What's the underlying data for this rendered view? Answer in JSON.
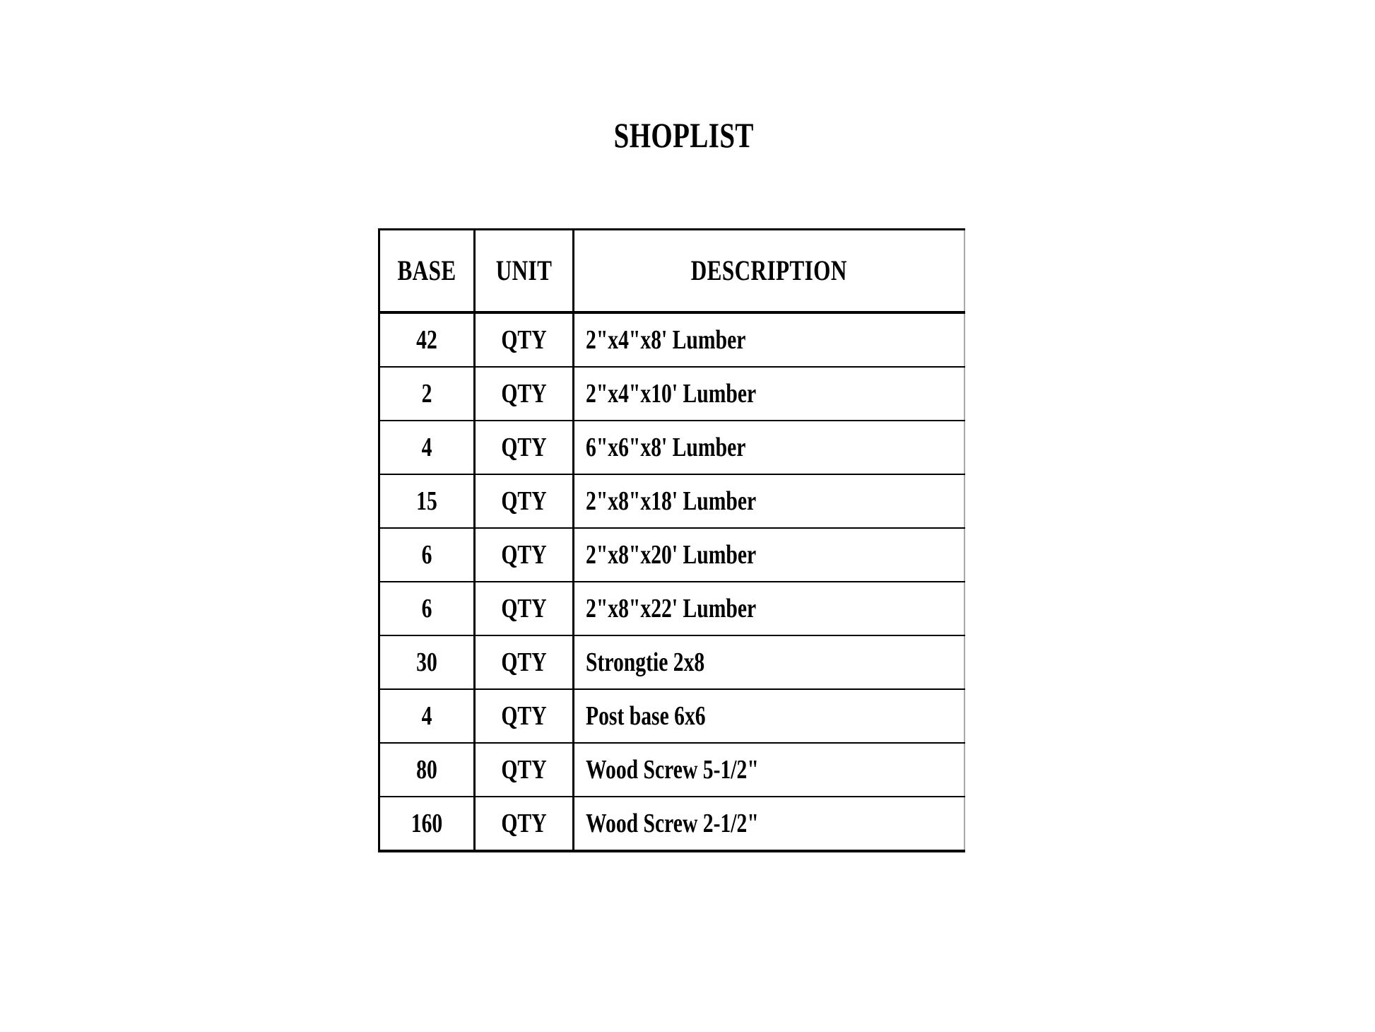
{
  "document": {
    "title": "SHOPLIST",
    "background_color": "#ffffff",
    "text_color": "#000000",
    "border_color": "#000000"
  },
  "table": {
    "columns": [
      {
        "key": "base",
        "label": "BASE",
        "align": "center"
      },
      {
        "key": "unit",
        "label": "UNIT",
        "align": "center"
      },
      {
        "key": "description",
        "label": "DESCRIPTION",
        "align": "left"
      }
    ],
    "rows": [
      {
        "base": "42",
        "unit": "QTY",
        "description": "2\"x4\"x8' Lumber"
      },
      {
        "base": "2",
        "unit": "QTY",
        "description": "2\"x4\"x10' Lumber"
      },
      {
        "base": "4",
        "unit": "QTY",
        "description": "6\"x6\"x8' Lumber"
      },
      {
        "base": "15",
        "unit": "QTY",
        "description": "2\"x8\"x18' Lumber"
      },
      {
        "base": "6",
        "unit": "QTY",
        "description": "2\"x8\"x20' Lumber"
      },
      {
        "base": "6",
        "unit": "QTY",
        "description": "2\"x8\"x22' Lumber"
      },
      {
        "base": "30",
        "unit": "QTY",
        "description": "Strongtie 2x8"
      },
      {
        "base": "4",
        "unit": "QTY",
        "description": "Post base 6x6"
      },
      {
        "base": "80",
        "unit": "QTY",
        "description": "Wood Screw 5-1/2\""
      },
      {
        "base": "160",
        "unit": "QTY",
        "description": "Wood Screw 2-1/2\""
      }
    ],
    "row_count": 10
  }
}
